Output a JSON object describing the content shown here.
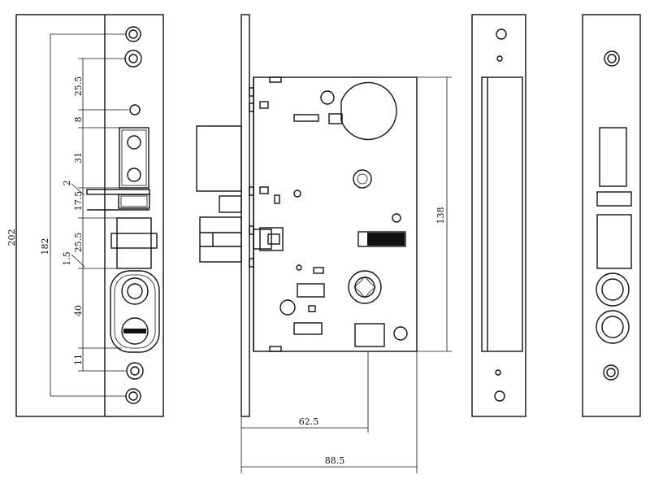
{
  "dimensions": {
    "overall_height": "202",
    "screw_spacing": "182",
    "d_25_5_top": "25.5",
    "d_8": "8",
    "d_31": "31",
    "d_2": "2",
    "d_17_5": "17.5",
    "d_25_5_mid": "25.5",
    "d_1_5": "1.5",
    "d_40": "40",
    "d_11": "11",
    "body_height": "138",
    "backset": "62.5",
    "body_depth": "88.5"
  }
}
